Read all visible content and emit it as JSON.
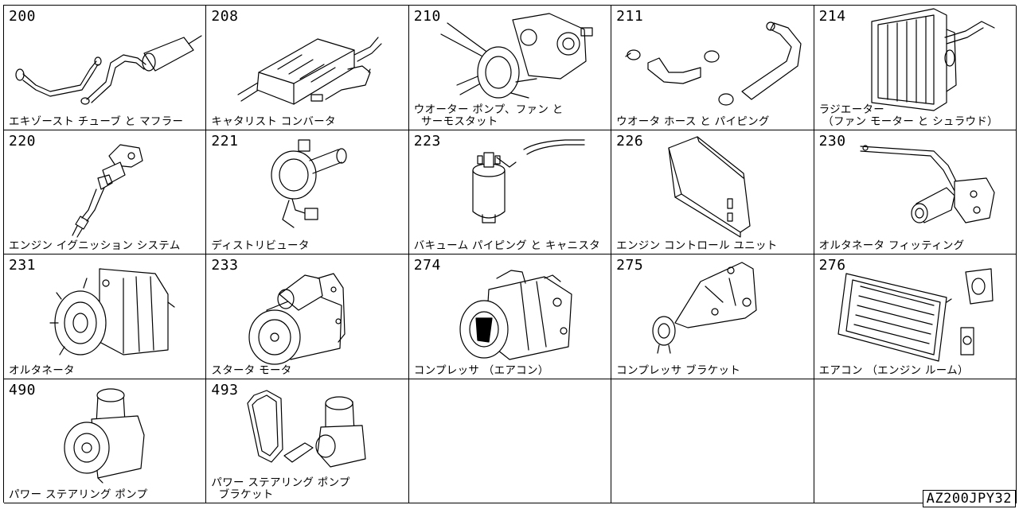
{
  "cells": [
    {
      "code": "200",
      "label": "エキゾースト チューブ と マフラー"
    },
    {
      "code": "208",
      "label": "キャタリスト コンバータ"
    },
    {
      "code": "210",
      "label": "ウオーター ポンプ、ファン と\n  サーモスタット"
    },
    {
      "code": "211",
      "label": "ウオータ ホース と パイピング"
    },
    {
      "code": "214",
      "label": "ラジエーター\n （ファン モーター と シュラウド）"
    },
    {
      "code": "220",
      "label": "エンジン イグニッション システム"
    },
    {
      "code": "221",
      "label": "ディストリビュータ"
    },
    {
      "code": "223",
      "label": "バキューム パイピング と キャニスタ"
    },
    {
      "code": "226",
      "label": "エンジン コントロール ユニット"
    },
    {
      "code": "230",
      "label": "オルタネータ フィッティング"
    },
    {
      "code": "231",
      "label": "オルタネータ"
    },
    {
      "code": "233",
      "label": "スタータ モータ"
    },
    {
      "code": "274",
      "label": "コンプレッサ （エアコン）"
    },
    {
      "code": "275",
      "label": "コンプレッサ ブラケット"
    },
    {
      "code": "276",
      "label": "エアコン （エンジン ルーム）"
    },
    {
      "code": "490",
      "label": "パワー ステアリング ポンプ"
    },
    {
      "code": "493",
      "label": "パワー ステアリング ポンプ\n  ブラケット"
    }
  ],
  "diagram_id": "AZ200JPY32"
}
